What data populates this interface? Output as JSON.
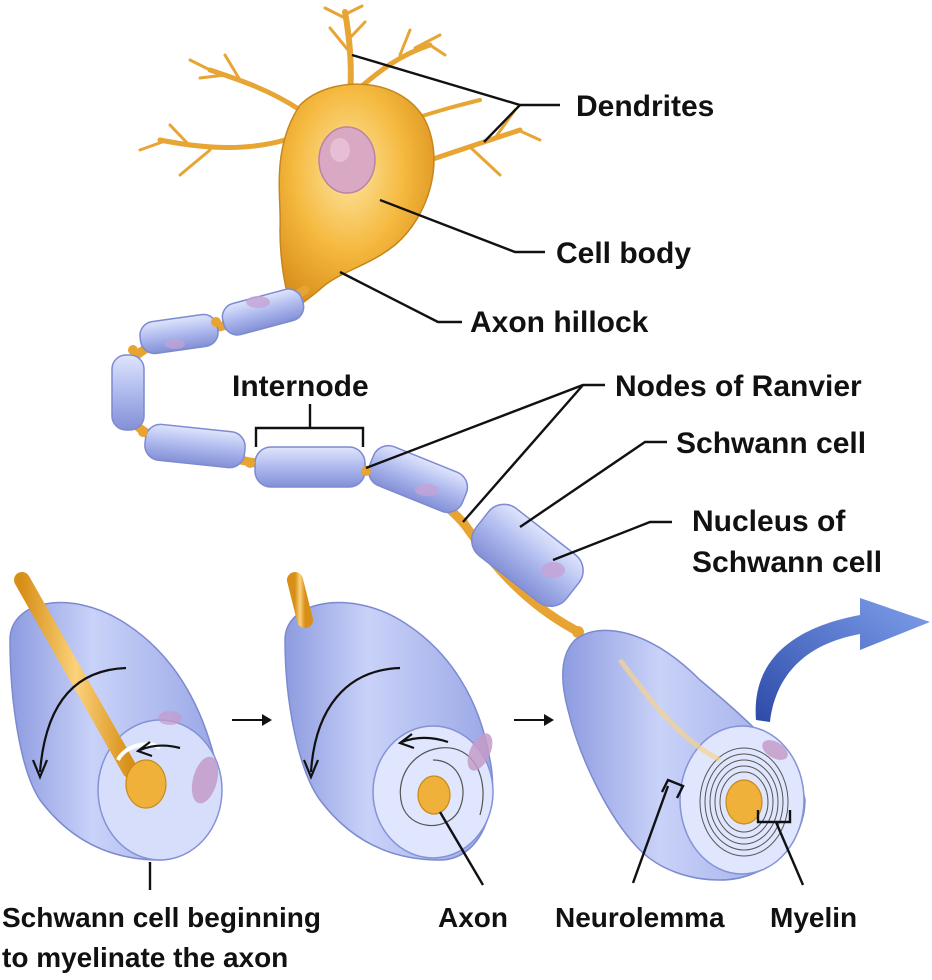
{
  "labels": {
    "dendrites": "Dendrites",
    "cell_body": "Cell body",
    "axon_hillock": "Axon hillock",
    "internode": "Internode",
    "nodes_of_ranvier": "Nodes of Ranvier",
    "schwann_cell": "Schwann cell",
    "nucleus_line1": "Nucleus of",
    "nucleus_line2": "Schwann cell",
    "schwann_beginning_line1": "Schwann cell beginning",
    "schwann_beginning_line2": "to myelinate the axon",
    "axon": "Axon",
    "neurolemma": "Neurolemma",
    "myelin": "Myelin"
  },
  "colors": {
    "cell_body": "#f2b23a",
    "cell_body_light": "#fcd983",
    "nucleus": "#d9a9c4",
    "schwann": "#a9b5ea",
    "schwann_light": "#cfd8fb",
    "schwann_dark": "#7d8ad3",
    "axon": "#f0b13a",
    "big_arrow": "#4e6fc8"
  }
}
